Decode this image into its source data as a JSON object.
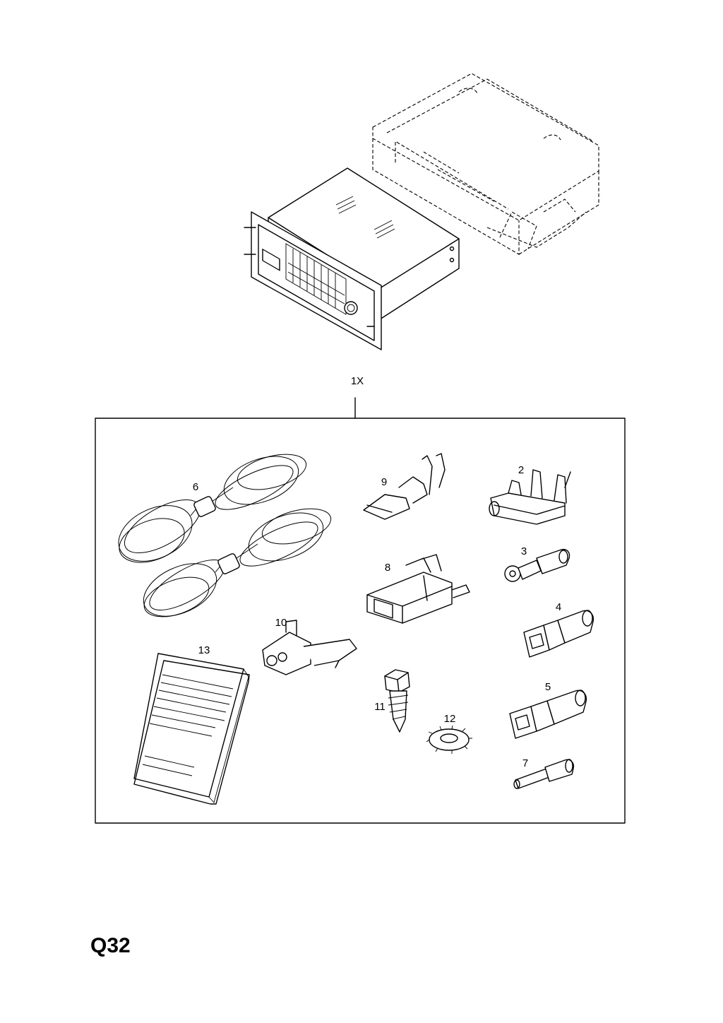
{
  "kit_label": "1X",
  "page_code": "Q32",
  "callouts": {
    "p2": "2",
    "p3": "3",
    "p4": "4",
    "p5": "5",
    "p6": "6",
    "p7": "7",
    "p8": "8",
    "p9": "9",
    "p10": "10",
    "p11": "11",
    "p12": "12",
    "p13": "13"
  }
}
